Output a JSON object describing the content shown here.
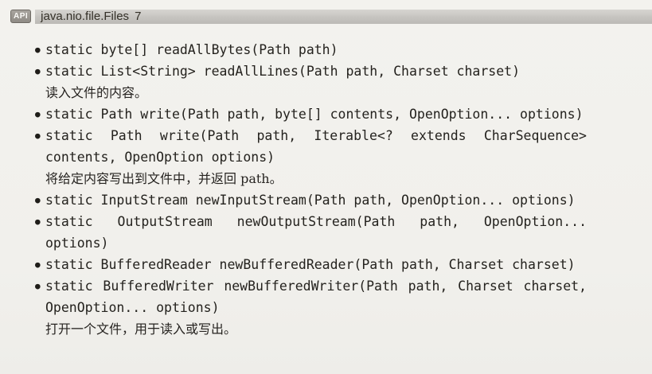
{
  "icons": {
    "bullet": "●"
  },
  "header": {
    "badge": "API",
    "title": "java.nio.file.Files",
    "version": "7"
  },
  "api_list": {
    "items": [
      {
        "kind": "code",
        "lines": [
          "static byte[] readAllBytes(Path path)"
        ]
      },
      {
        "kind": "code",
        "lines": [
          "static List<String> readAllLines(Path path, Charset charset)"
        ]
      },
      {
        "kind": "desc",
        "lines": [
          "读入文件的内容。"
        ]
      },
      {
        "kind": "code",
        "lines": [
          "static Path write(Path path, byte[] contents, OpenOption... options)"
        ]
      },
      {
        "kind": "code",
        "lines": [
          "static Path write(Path path, Iterable<? extends CharSequence>",
          "contents, OpenOption options)"
        ]
      },
      {
        "kind": "desc",
        "lines": [
          "将给定内容写出到文件中，并返回 path。"
        ]
      },
      {
        "kind": "code",
        "lines": [
          "static InputStream newInputStream(Path path, OpenOption... options)"
        ]
      },
      {
        "kind": "code",
        "lines": [
          "static OutputStream newOutputStream(Path path, OpenOption...",
          "options)"
        ]
      },
      {
        "kind": "code",
        "lines": [
          "static BufferedReader newBufferedReader(Path path, Charset charset)"
        ]
      },
      {
        "kind": "code",
        "lines": [
          "static BufferedWriter newBufferedWriter(Path path, Charset charset,",
          "OpenOption... options)"
        ]
      },
      {
        "kind": "desc",
        "lines": [
          "打开一个文件，用于读入或写出。"
        ]
      }
    ]
  }
}
